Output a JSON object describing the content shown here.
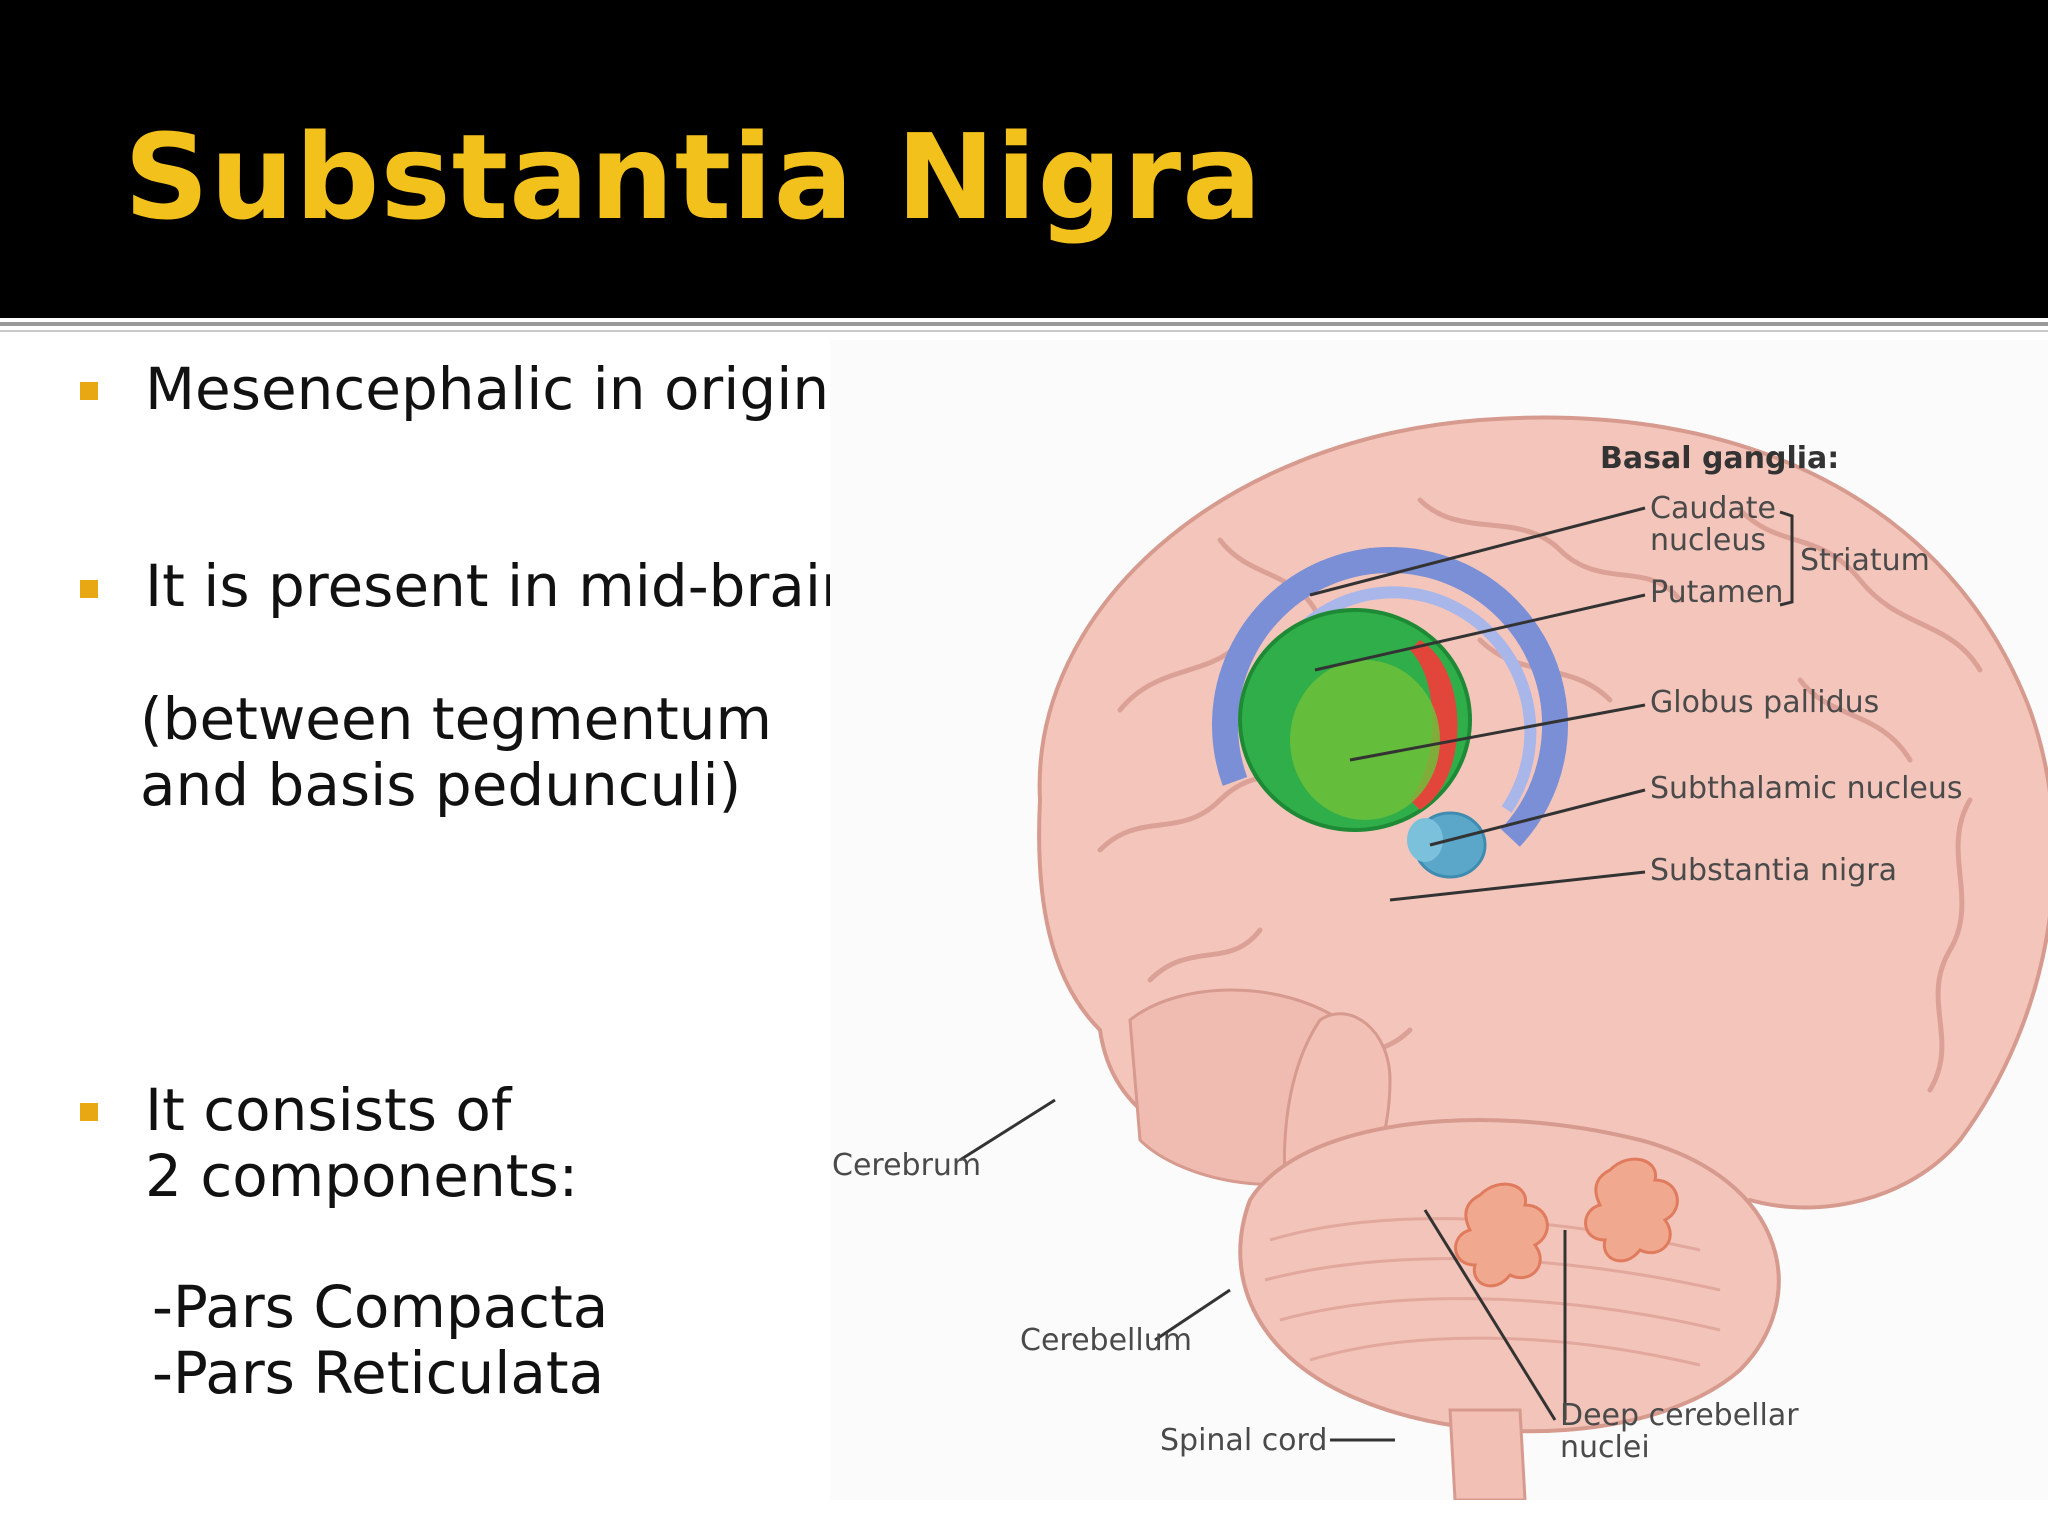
{
  "title": "Substantia Nigra",
  "bullets": [
    {
      "lines": [
        "Mesencephalic in origin"
      ]
    },
    {
      "lines": [
        " It is present in mid-brain"
      ],
      "sub": [
        "(between tegmentum",
        " and basis pedunculi)"
      ]
    },
    {
      "lines": [
        "It consists of",
        "2 components:"
      ],
      "sub": [
        "-Pars Compacta",
        "-Pars Reticulata"
      ]
    }
  ],
  "figure": {
    "heading": "Basal ganglia:",
    "labels": {
      "caudate1": "Caudate",
      "caudate2": "nucleus",
      "striatum": "Striatum",
      "putamen": "Putamen",
      "globus": "Globus pallidus",
      "subthalamic": "Subthalamic nucleus",
      "nigra": "Substantia nigra",
      "cerebrum": "Cerebrum",
      "cerebellum": "Cerebellum",
      "spinal": "Spinal cord",
      "deep1": "Deep cerebellar",
      "deep2": "nuclei"
    }
  },
  "colors": {
    "title": "#f3c11c",
    "bullet": "#e8a813",
    "header_bg": "#000000",
    "brain": "#f4c6bb",
    "green": "#2fae4a",
    "blue": "#7b8fd6",
    "red": "#e2463a"
  }
}
